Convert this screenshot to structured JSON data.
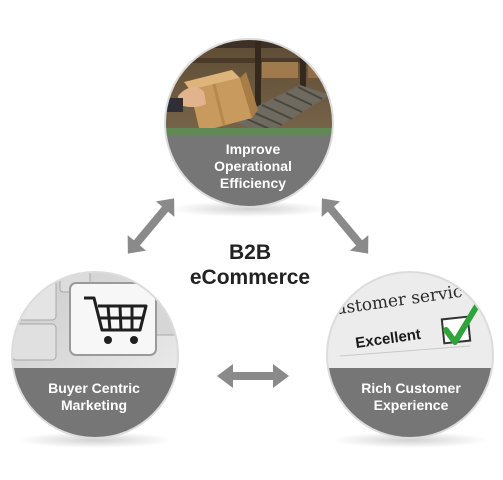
{
  "center": {
    "line1": "B2B",
    "line2": "eCommerce"
  },
  "nodes": {
    "top": {
      "line1": "Improve",
      "line2": "Operational",
      "line3": "Efficiency",
      "image": "warehouse-box-conveyor"
    },
    "left": {
      "line1": "Buyer Centric",
      "line2": "Marketing",
      "image": "keyboard-cart-key"
    },
    "right": {
      "line1": "Rich Customer",
      "line2": "Experience",
      "image": "survey-checkbox",
      "survey_heading": "ustomer servic",
      "survey_option": "Excellent"
    }
  },
  "colors": {
    "label_band": "#767676",
    "arrow": "#8a8a8a",
    "check": "#2fa43a",
    "text": "#222222"
  }
}
